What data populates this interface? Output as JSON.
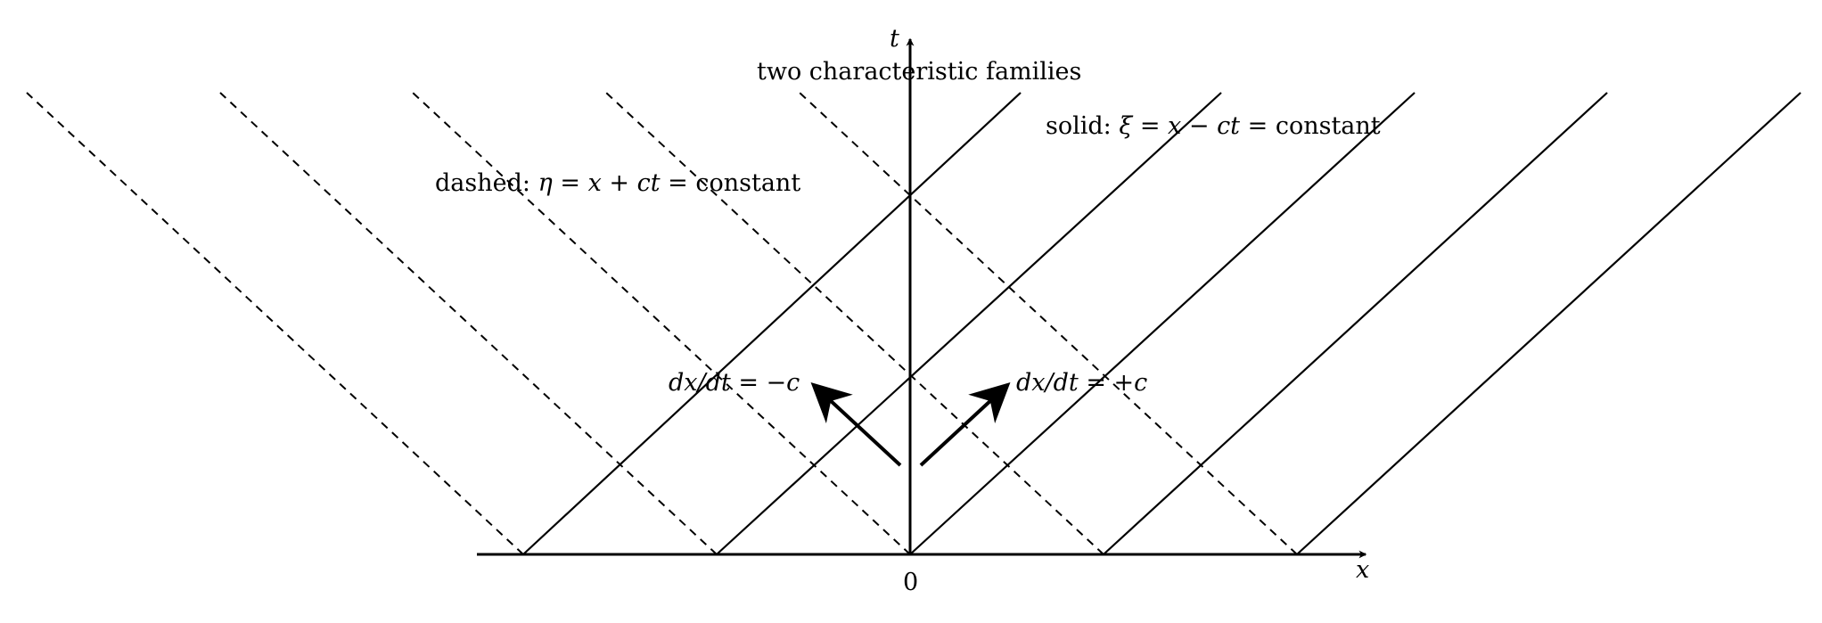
{
  "diagram": {
    "title": "two characteristic families",
    "axes": {
      "x_label": "x",
      "t_label": "t",
      "origin_label": "0"
    },
    "dashed_family": {
      "style": "dashed",
      "label_prefix": "dashed: ",
      "label_var": "η",
      "label_eq": " = ",
      "label_rhs_a": "x",
      "label_rhs_plus": " + ",
      "label_rhs_b": "ct",
      "label_tail": " = constant",
      "x_intercepts": [
        -1,
        -0.5,
        0,
        0.5,
        1
      ]
    },
    "solid_family": {
      "style": "solid",
      "label_prefix": "solid: ",
      "label_var": "ξ",
      "label_eq": " = ",
      "label_rhs_a": "x",
      "label_rhs_minus": " − ",
      "label_rhs_b": "ct",
      "label_tail": " = constant",
      "x_intercepts": [
        -1,
        -0.5,
        0,
        0.5,
        1
      ]
    },
    "slope_left": {
      "lhs": "dx/dt",
      "eq": " = ",
      "rhs": "−c"
    },
    "slope_right": {
      "lhs": "dx/dt",
      "eq": " = ",
      "rhs": "+c"
    },
    "colors": {
      "ink": "#000000",
      "background": "#ffffff"
    }
  }
}
